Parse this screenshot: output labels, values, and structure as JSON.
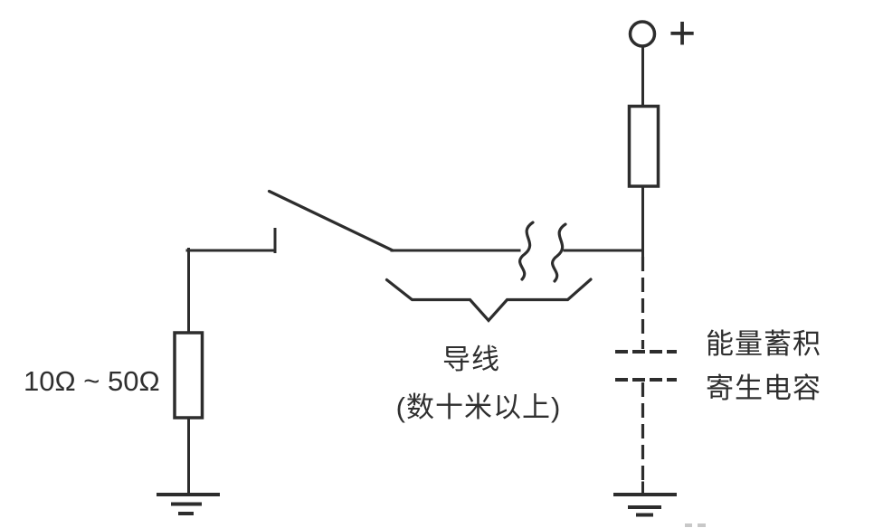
{
  "diagram": {
    "labels": {
      "source_polarity": "+",
      "resistor_range": "10Ω ~ 50Ω",
      "wire_label": "导线",
      "wire_note": "(数十米以上)",
      "cap_label_line1": "能量蓄积",
      "cap_label_line2": "寄生电容"
    },
    "colors": {
      "line": "#2d2d2d",
      "text": "#2f2f2f",
      "background": "#ffffff"
    }
  }
}
